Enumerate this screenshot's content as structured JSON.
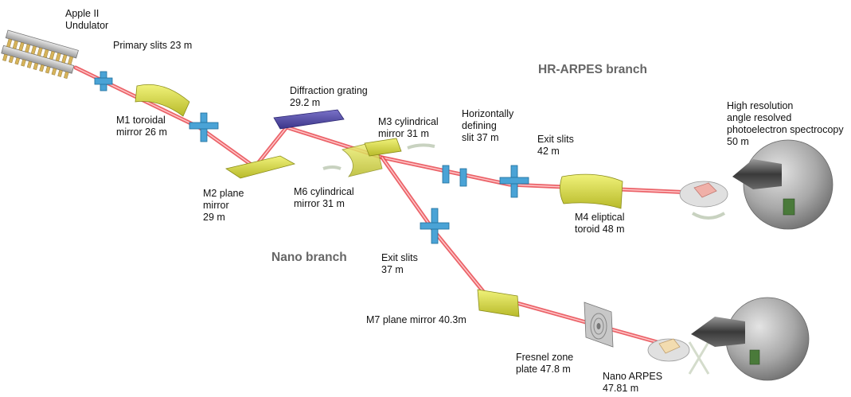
{
  "title": "",
  "branches": {
    "hr_arpes": "HR-ARPES branch",
    "nano": "Nano branch"
  },
  "labels": {
    "undulator": "Apple II\nUndulator",
    "primary_slits": "Primary slits 23 m",
    "m1": "M1 toroidal\nmirror 26 m",
    "grating": "Diffraction grating\n29.2 m",
    "m2": "M2 plane\nmirror\n29 m",
    "m3": "M3 cylindrical\nmirror 31 m",
    "m6": "M6 cylindrical\nmirror 31 m",
    "h_slit": "Horizontally\ndefining\nslit 37 m",
    "exit_slits_hr": "Exit slits\n42 m",
    "hr_station": "High resolution\nangle resolved\nphotoelectron spectrocopy\n50 m",
    "m4": "M4 eliptical\ntoroid 48 m",
    "exit_slits_nano": "Exit slits\n37 m",
    "m7": "M7 plane mirror 40.3m",
    "fresnel": "Fresnel zone\nplate 47.8 m",
    "nano_station": "Nano ARPES\n47.81 m"
  },
  "colors": {
    "beam": "#e8484f",
    "slits": "#4aa3d6",
    "mirror": "#d4d640",
    "grating": "#5a52a8",
    "chamber": "#a9a9a9",
    "branch_text": "#666666"
  }
}
